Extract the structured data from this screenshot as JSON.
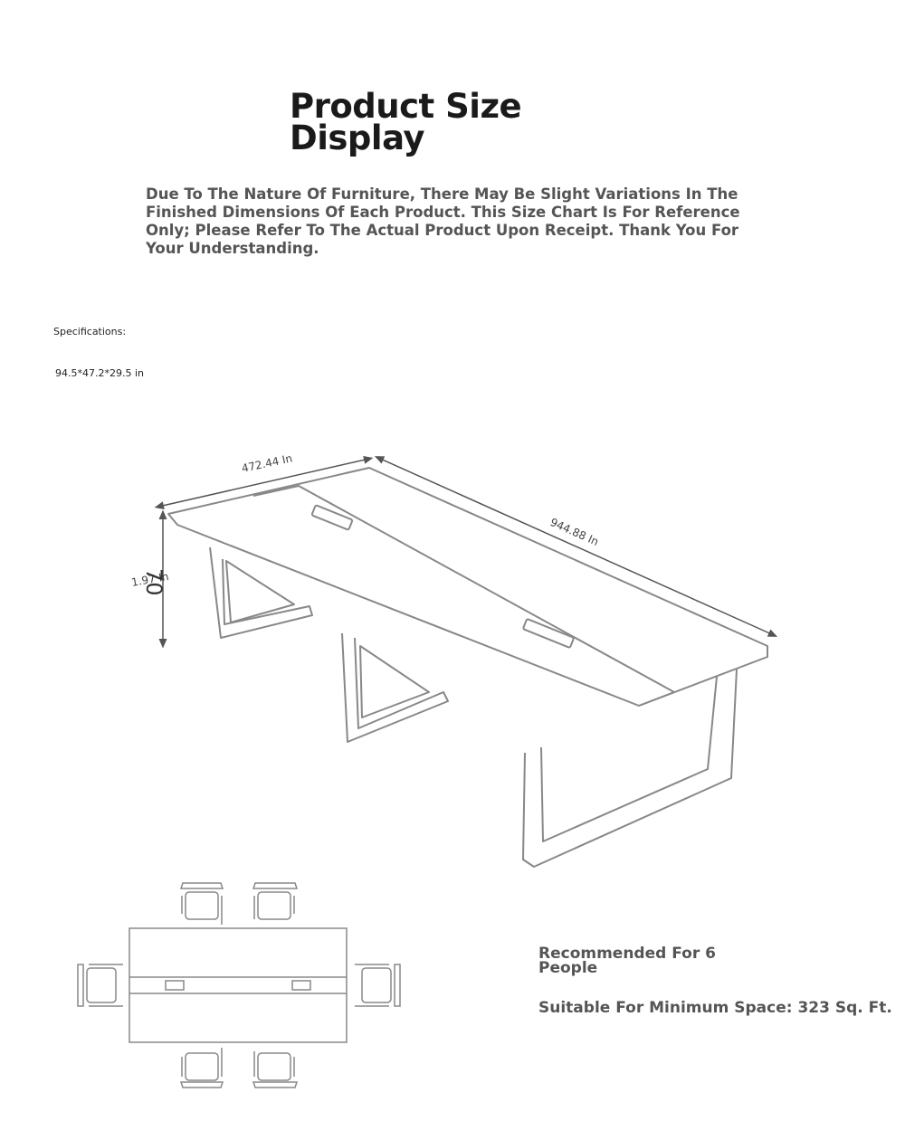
{
  "header": {
    "title": "Product Size Display",
    "note": "Due To The Nature Of Furniture, There May Be Slight Variations In The Finished Dimensions Of Each Product. This Size Chart Is For Reference Only; Please Refer To The Actual Product Upon Receipt. Thank You For Your Understanding."
  },
  "specs": {
    "label": "Specifications:",
    "value": "94.5*47.2*29.5 in"
  },
  "dimensions": {
    "width": "472.44 In",
    "length": "944.88 In",
    "height": "1.97 In",
    "height_mark": "70"
  },
  "info": {
    "recommended": "Recommended For 6 People",
    "space": "Suitable For Minimum Space: 323 Sq. Ft."
  }
}
